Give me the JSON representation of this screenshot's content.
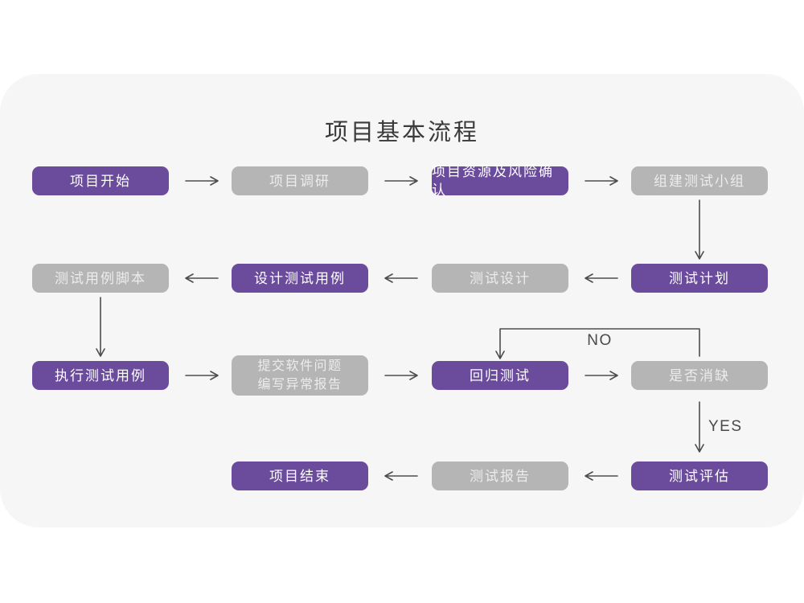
{
  "title": "项目基本流程",
  "colors": {
    "purple": "#6B4B9C",
    "gray": "#B5B5B5",
    "card": "#F6F6F6",
    "arrow": "#4D4D4D"
  },
  "flow": {
    "nodes": [
      {
        "label": "项目开始",
        "variant": "purple"
      },
      {
        "label": "项目调研",
        "variant": "gray"
      },
      {
        "label": "项目资源及风险确认",
        "variant": "purple"
      },
      {
        "label": "组建测试小组",
        "variant": "gray"
      },
      {
        "label": "测试计划",
        "variant": "purple"
      },
      {
        "label": "测试设计",
        "variant": "gray"
      },
      {
        "label": "设计测试用例",
        "variant": "purple"
      },
      {
        "label": "测试用例脚本",
        "variant": "gray"
      },
      {
        "label": "执行测试用例",
        "variant": "purple"
      },
      {
        "lines": [
          "提交软件问题",
          "编写异常报告"
        ],
        "variant": "gray"
      },
      {
        "label": "回归测试",
        "variant": "purple"
      },
      {
        "label": "是否消缺",
        "variant": "gray"
      },
      {
        "label": "测试评估",
        "variant": "purple"
      },
      {
        "label": "测试报告",
        "variant": "gray"
      },
      {
        "label": "项目结束",
        "variant": "purple"
      }
    ],
    "branch_labels": {
      "no": "NO",
      "yes": "YES"
    }
  }
}
